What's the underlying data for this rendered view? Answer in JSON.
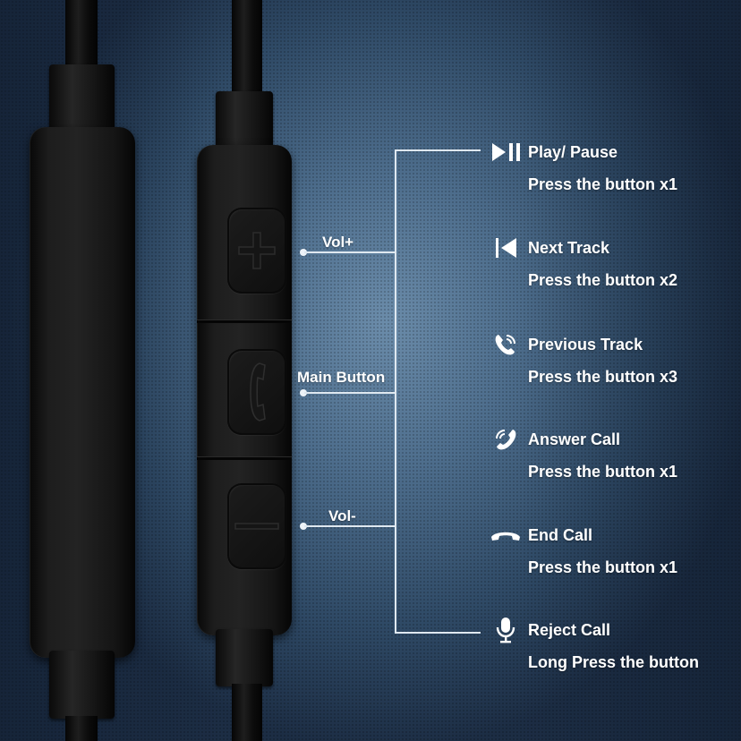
{
  "diagram": {
    "subject": "In-line earphone remote control",
    "button_labels": {
      "vol_up": "Vol+",
      "main": "Main Button",
      "vol_down": "Vol-"
    },
    "functions": [
      {
        "icon": "play-pause-icon",
        "title": "Play/ Pause",
        "description": "Press the button x1"
      },
      {
        "icon": "skip-back-icon",
        "title": "Next Track",
        "description": "Press the button x2"
      },
      {
        "icon": "phone-ringing-icon",
        "title": "Previous Track",
        "description": "Press the button x3"
      },
      {
        "icon": "phone-answer-icon",
        "title": "Answer Call",
        "description": "Press the button x1"
      },
      {
        "icon": "phone-hangup-icon",
        "title": "End Call",
        "description": "Press the button x1"
      },
      {
        "icon": "microphone-icon",
        "title": "Reject Call",
        "description": "Long Press the button"
      }
    ],
    "colors": {
      "background_center": "#6b8caa",
      "background_edge": "#1c2d44",
      "remote_body": "#1d1d1d",
      "text": "#ffffff",
      "connector": "#dfe8f0"
    }
  }
}
